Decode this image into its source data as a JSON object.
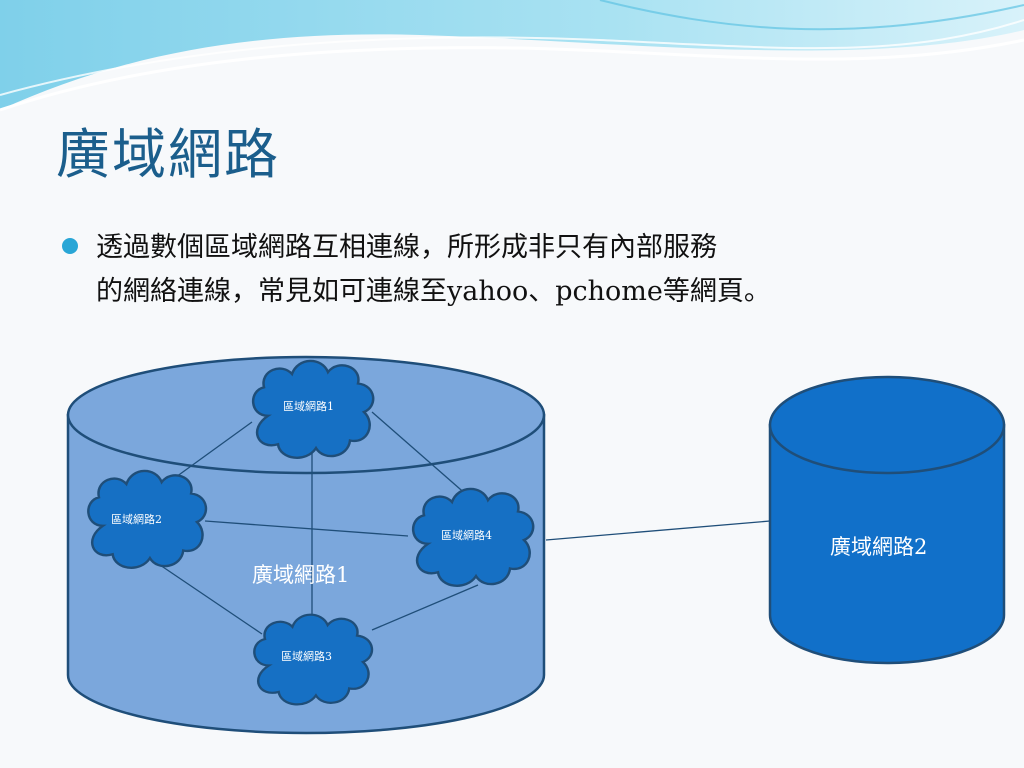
{
  "slide": {
    "title": "廣域網路",
    "bullet_line1": "透過數個區域網路互相連線，所形成非只有內部服務",
    "bullet_line2": "的網絡連線，常見如可連線至yahoo、pchome等網頁。"
  },
  "diagram": {
    "wan1_label": "廣域網路1",
    "wan2_label": "廣域網路2",
    "lan1_label": "區域網路1",
    "lan2_label": "區域網路2",
    "lan3_label": "區域網路3",
    "lan4_label": "區域網路4"
  },
  "colors": {
    "title": "#1b5e8c",
    "bullet": "#29a6d6",
    "cylinder_light": "#7ba7dc",
    "cylinder_dark": "#1170c9",
    "cloud": "#1670c4",
    "outline": "#1f4e79"
  }
}
